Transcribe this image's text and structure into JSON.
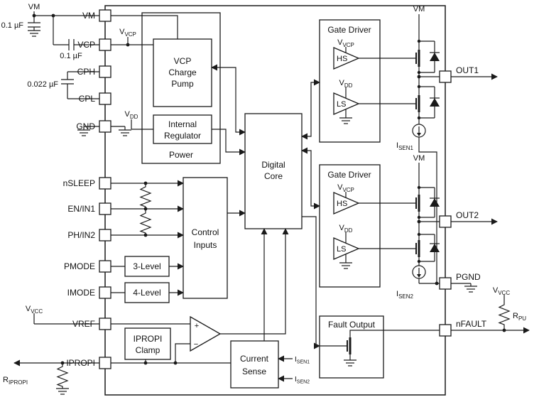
{
  "pins": {
    "left": [
      "VM",
      "VCP",
      "CPH",
      "CPL",
      "GND",
      "nSLEEP",
      "EN/IN1",
      "PH/IN2",
      "PMODE",
      "IMODE",
      "VREF",
      "IPROPI"
    ],
    "right": [
      "OUT1",
      "OUT2",
      "PGND",
      "nFAULT"
    ]
  },
  "blocks": {
    "power": {
      "label": "Power"
    },
    "charge_pump": {
      "lines": [
        "VCP",
        "Charge",
        "Pump"
      ]
    },
    "regulator": {
      "lines": [
        "Internal",
        "Regulator"
      ]
    },
    "digital_core": {
      "lines": [
        "Digital",
        "Core"
      ]
    },
    "control_inputs": {
      "lines": [
        "Control",
        "Inputs"
      ]
    },
    "three_level": {
      "label": "3-Level"
    },
    "four_level": {
      "label": "4-Level"
    },
    "ipropi_clamp": {
      "lines": [
        "IPROPI",
        "Clamp"
      ]
    },
    "current_sense": {
      "lines": [
        "Current",
        "Sense"
      ]
    },
    "gate_driver": {
      "title": "Gate Driver",
      "hs": "HS",
      "ls": "LS"
    },
    "fault_output": {
      "title": "Fault Output"
    }
  },
  "components": {
    "cap_vm": "0.1 µF",
    "cap_vcp": "0.1 µF",
    "cap_cp": "0.022 µF"
  },
  "nets": {
    "vm": "VM",
    "vvcp": {
      "base": "V",
      "sub": "VCP"
    },
    "vdd": {
      "base": "V",
      "sub": "DD"
    },
    "vvcc": {
      "base": "V",
      "sub": "VCC"
    },
    "isen1": {
      "base": "I",
      "sub": "SEN1"
    },
    "isen2": {
      "base": "I",
      "sub": "SEN2"
    },
    "rpu": {
      "base": "R",
      "sub": "PU"
    },
    "ripropi": {
      "base": "R",
      "sub": "IPROPI"
    }
  },
  "comparator": {
    "plus": "+",
    "minus": "−"
  }
}
